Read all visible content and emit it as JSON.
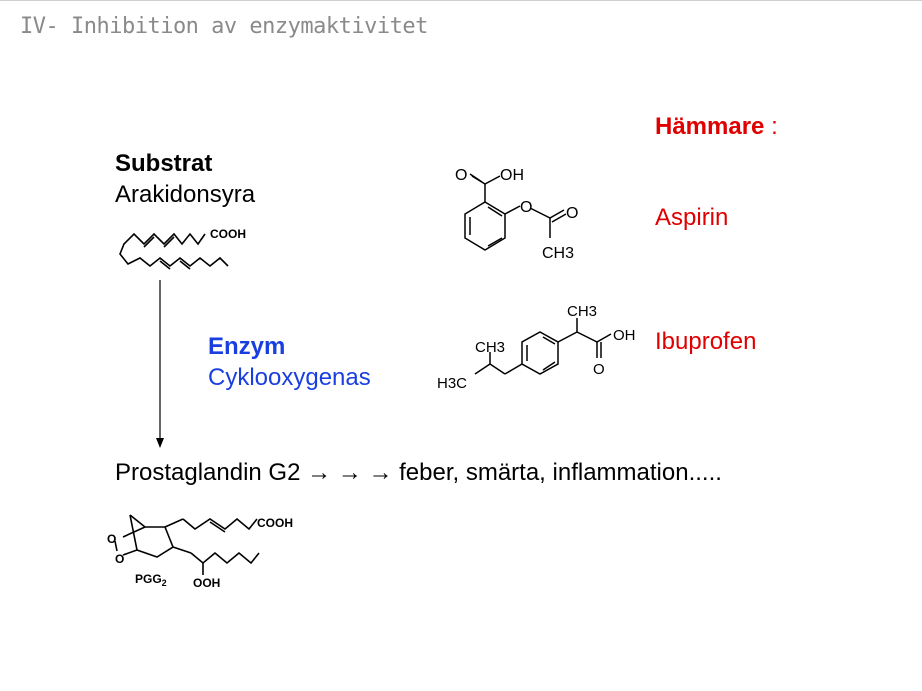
{
  "slide": {
    "title": "IV- Inhibition av enzymaktivitet",
    "substrate": {
      "heading": "Substrat",
      "name": "Arakidonsyra",
      "group_label": "COOH"
    },
    "enzyme": {
      "heading": "Enzym",
      "name": "Cyklooxygenas"
    },
    "inhibitors": {
      "heading": "Hämmare",
      "colon": " :",
      "items": [
        {
          "name": "Aspirin"
        },
        {
          "name": "Ibuprofen"
        }
      ]
    },
    "aspirin_structure": {
      "oh": "OH",
      "o_top": "O",
      "o_ring": "O",
      "o_ester": "O",
      "ch3": "CH3"
    },
    "ibuprofen_structure": {
      "ch3_top": "CH3",
      "oh": "OH",
      "o": "O",
      "ch3_iso": "CH3",
      "h3c": "H3C"
    },
    "product": {
      "text": "Prostaglandin G2  →  →  → feber, smärta, inflammation.....",
      "cooh": "COOH",
      "label": "PGG",
      "label_sub": "2",
      "ooh": "OOH",
      "o1": "O",
      "o2": "O"
    }
  }
}
